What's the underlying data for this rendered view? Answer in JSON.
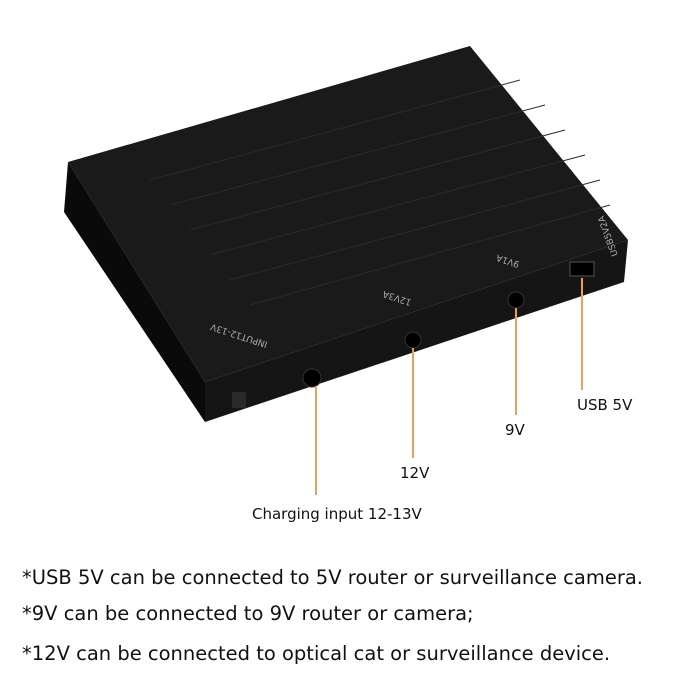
{
  "device": {
    "port_labels": {
      "input": "INPUT12-13V",
      "p12": "12V3A",
      "p9": "9V1A",
      "usb": "USB5V2A"
    },
    "colors": {
      "body": "#111111",
      "callout": "#e8a060"
    }
  },
  "callouts": {
    "usb": "USB 5V",
    "v9": "9V",
    "v12": "12V",
    "input": "Charging input 12-13V"
  },
  "notes": [
    "*USB 5V can be connected to 5V router or surveillance camera.",
    "*9V can be connected to 9V router or camera;",
    "*12V can be connected to optical cat or surveillance device."
  ]
}
